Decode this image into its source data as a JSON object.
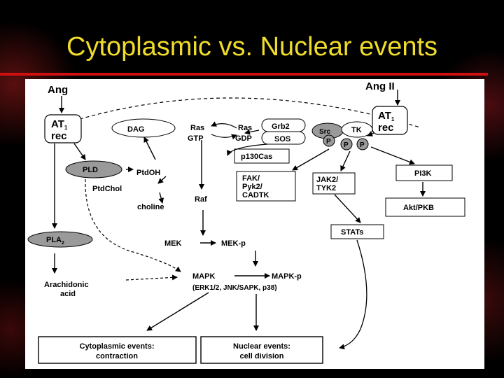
{
  "title": "Cytoplasmic vs. Nuclear events",
  "diagram": {
    "ang": "Ang",
    "ang2": "Ang II",
    "at1_left": [
      "AT",
      "1",
      "rec"
    ],
    "at1_right": [
      "AT",
      "1",
      "rec"
    ],
    "dag": "DAG",
    "ras_gtp": [
      "Ras",
      "GTP"
    ],
    "ras_gdp": [
      "Ras",
      "GDP"
    ],
    "grb2": "Grb2",
    "sos": "SOS",
    "src": "Src",
    "tk": "TK",
    "p": "P",
    "p130cas": "p130Cas",
    "pld": "PLD",
    "ptdoh": "PtdOH",
    "ptdchol": "PtdChol",
    "choline": "choline",
    "raf": "Raf",
    "fak": [
      "FAK/",
      "Pyk2/",
      "CADTK"
    ],
    "jak": [
      "JAK2/",
      "TYK2"
    ],
    "pi3k": "PI3K",
    "akt": "Akt/PKB",
    "stats": "STATs",
    "pla2": "PLA",
    "pla2_sub": "2",
    "mek": "MEK",
    "mekp": "MEK-p",
    "arachidonic": [
      "Arachidonic",
      "acid"
    ],
    "mapk": "MAPK",
    "mapkp": "MAPK-p",
    "mapk_sub": "(ERK1/2, JNK/SAPK, p38)",
    "cyto": [
      "Cytoplasmic events:",
      "contraction"
    ],
    "nuclear": [
      "Nuclear events:",
      "cell division"
    ]
  }
}
